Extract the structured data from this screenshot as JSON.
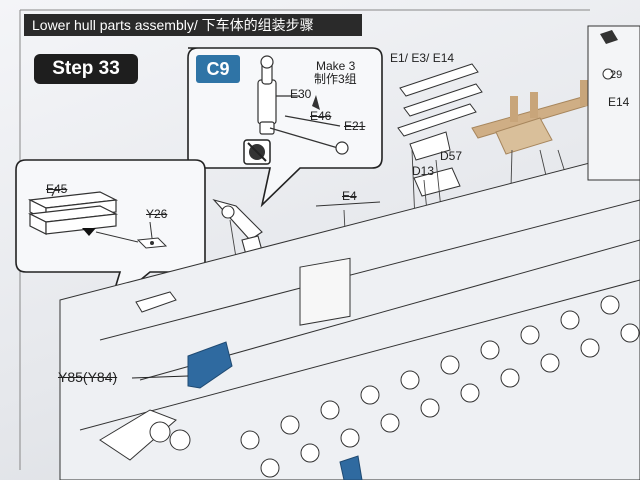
{
  "header": {
    "title": "Lower hull parts assembly/ 下车体的组装步骤",
    "step": "Step 33"
  },
  "subassembly": {
    "badge": "C9",
    "make_en": "Make 3",
    "make_cn": "制作3组",
    "parts": [
      "E30",
      "E46",
      "E21"
    ]
  },
  "inset": {
    "parts": [
      "E45",
      "Y26"
    ]
  },
  "main_labels": {
    "e_group": "E1/ E3/ E14",
    "e14": "E14",
    "d57": "D57",
    "d13": "D13",
    "e4": "E4",
    "y85": "Y85(Y84)"
  },
  "side_panel": {
    "number": "29"
  },
  "colors": {
    "title_bar": "#2a2a2a",
    "badge_blue": "#2f74a6",
    "part_blue": "#2f6aa0",
    "resin_tan": "#d2b48c"
  },
  "icons": [
    "no-glue-icon",
    "make-3-arrow"
  ]
}
